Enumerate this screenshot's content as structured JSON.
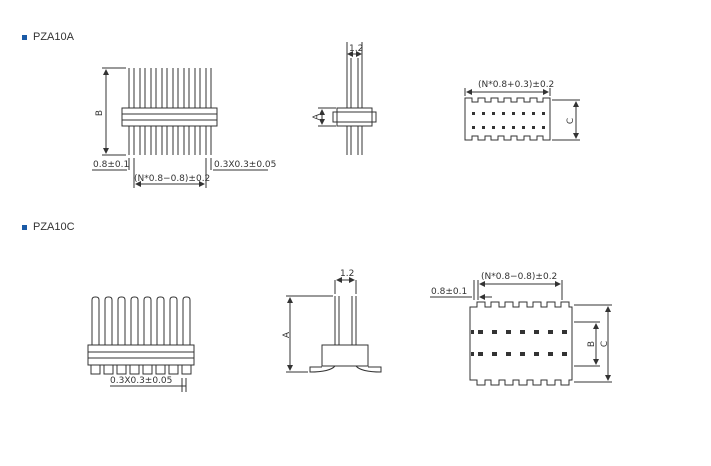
{
  "sections": [
    {
      "title": "PZA10A",
      "side_labels": {
        "pitch_span": "(N*0.8−0.8)±0.2",
        "pitch": "0.8±0.1",
        "pin_size": "0.3X0.3±0.05",
        "height": "B"
      },
      "end_labels": {
        "row_pitch": "1.2",
        "stack": "A"
      },
      "top_labels": {
        "body_length": "(N*0.8+0.3)±0.2",
        "width": "C"
      }
    },
    {
      "title": "PZA10C",
      "side_labels": {
        "pin_size": "0.3X0.3±0.05"
      },
      "end_labels": {
        "row_pitch": "1.2",
        "height": "A"
      },
      "top_labels": {
        "pitch_span": "(N*0.8−0.8)±0.2",
        "pitch": "0.8±0.1",
        "inner": "B",
        "outer": "C"
      }
    }
  ],
  "colors": {
    "bullet": "#1a5aa6",
    "line": "#333333"
  }
}
